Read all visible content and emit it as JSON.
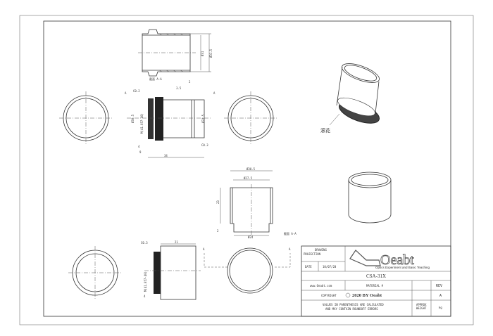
{
  "title_block": {
    "projection_label_1": "DRAWING",
    "projection_label_2": "PROJECTION",
    "date_label": "DATE",
    "date_value": "10/07/20",
    "logo_text": "Oeabt",
    "logo_tagline": "Optics Experiment and Basic Teaching",
    "part_number": "CSA-31X",
    "website": "www.Oeabt.com",
    "material_label": "MATERIAL #",
    "rev_label": "REV",
    "rev_value": "A",
    "copyright_prefix": "COPYRIGHT",
    "copyright_text": "2020 BY Oeabt",
    "note_line_1": "VALUES IN PARENTHESIS ARE CALCULATED",
    "note_line_2": "AND MAY CONTAIN ROUNDOFF ERRORS",
    "weight_label_1": "APPROX",
    "weight_label_2": "WEIGHT",
    "weight_unit": "kg"
  },
  "views": {
    "top_section": {
      "dim_inner": "Ø31",
      "dim_outer": "Ø31.5",
      "caption": "截面 A-A"
    },
    "main_side": {
      "chamfer_1": "C0.2",
      "dim_35": "3.5",
      "dim_2": "2",
      "section_mark_l": "A",
      "section_mark_r": "A",
      "dim_dia_305": "Ø30.5",
      "thread": "M(41.057-40)",
      "dim_dia_315": "Ø31.5",
      "chamfer_2": "C0.3",
      "dim_4": "4",
      "dim_9": "9",
      "dim_length": "34"
    },
    "mid_section": {
      "dim_top": "Ø30.5",
      "dim_inner": "Ø27.5",
      "dim_height": "23",
      "dim_2": "2",
      "dim_bottom": "Ø24",
      "caption": "截面 A-A"
    },
    "bottom_side": {
      "chamfer": "C0.3",
      "dim_length": "21",
      "thread": "M(41.057-40)",
      "dim_4": "4",
      "section_mark_l": "A",
      "section_mark_r": "A"
    },
    "iso_label": "滚花"
  }
}
